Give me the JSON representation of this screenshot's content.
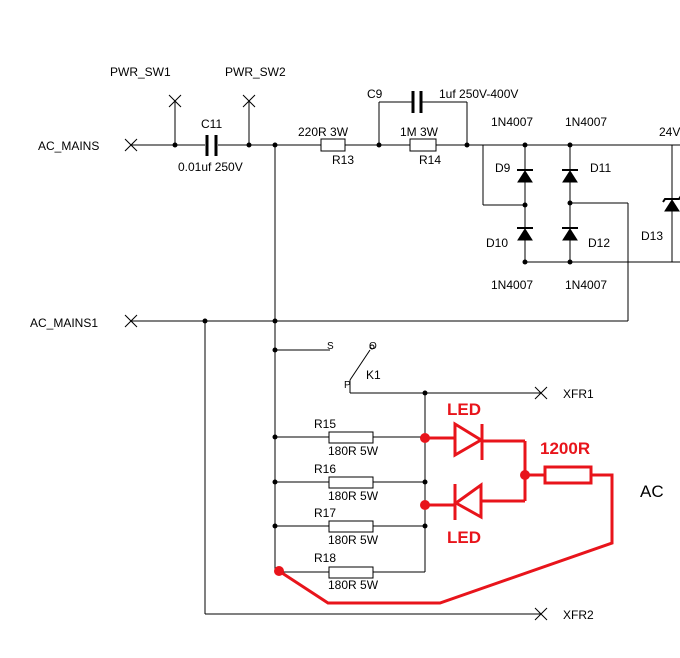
{
  "colors": {
    "wire": "#000000",
    "annotation": "#e8141b",
    "background": "#ffffff"
  },
  "labels": {
    "pwr_sw1": "PWR_SW1",
    "pwr_sw2": "PWR_SW2",
    "ac_mains": "AC_MAINS",
    "ac_mains1": "AC_MAINS1",
    "c11_ref": "C11",
    "c11_value": "0.01uf 250V",
    "c9_ref": "C9",
    "c9_value": "1uf 250V-400V",
    "r13_value": "220R 3W",
    "r13_ref": "R13",
    "r14_value": "1M 3W",
    "r14_ref": "R14",
    "d9_part": "1N4007",
    "d11_part": "1N4007",
    "d10_part": "1N4007",
    "d12_part": "1N4007",
    "d9_ref": "D9",
    "d10_ref": "D10",
    "d11_ref": "D11",
    "d12_ref": "D12",
    "d13_ref": "D13",
    "d13_value": "24V",
    "k1_s": "S",
    "k1_o": "O",
    "k1_p": "P",
    "k1_ref": "K1",
    "xfr1": "XFR1",
    "xfr2": "XFR2",
    "r15_ref": "R15",
    "r15_value": "180R 5W",
    "r16_ref": "R16",
    "r16_value": "180R 5W",
    "r17_ref": "R17",
    "r17_value": "180R 5W",
    "r18_ref": "R18",
    "r18_value": "180R 5W",
    "led_top": "LED",
    "led_bottom": "LED",
    "resistor_1200": "1200R",
    "ac_note": "AC"
  }
}
